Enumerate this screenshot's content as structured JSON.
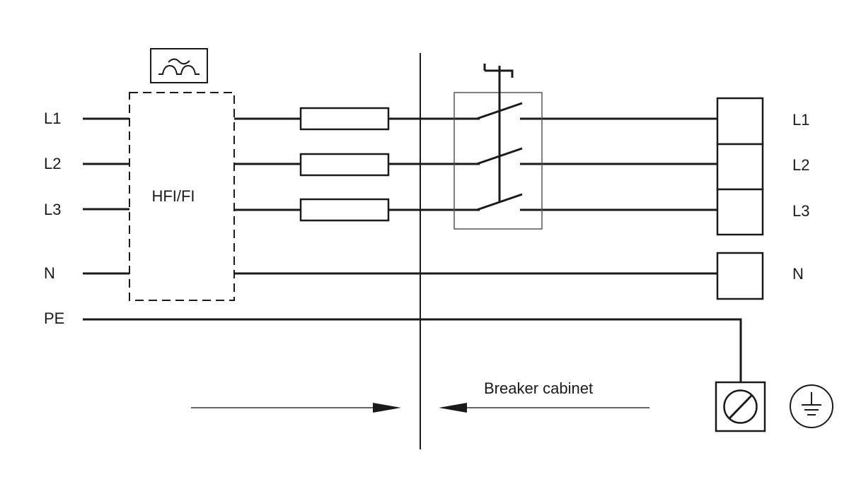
{
  "left_labels": [
    "L1",
    "L2",
    "L3",
    "N",
    "PE"
  ],
  "right_labels": [
    "L1",
    "L2",
    "L3",
    "N"
  ],
  "filter_box_label": "HFI/FI",
  "cabinet_label": "Breaker cabinet",
  "icons": {
    "filter_symbol": "filter-wave-icon",
    "earth_terminal": "earth-terminal-icon",
    "ground_symbol": "ground-symbol-icon"
  },
  "colors": {
    "line": "#1a1a1a",
    "background": "#ffffff"
  }
}
